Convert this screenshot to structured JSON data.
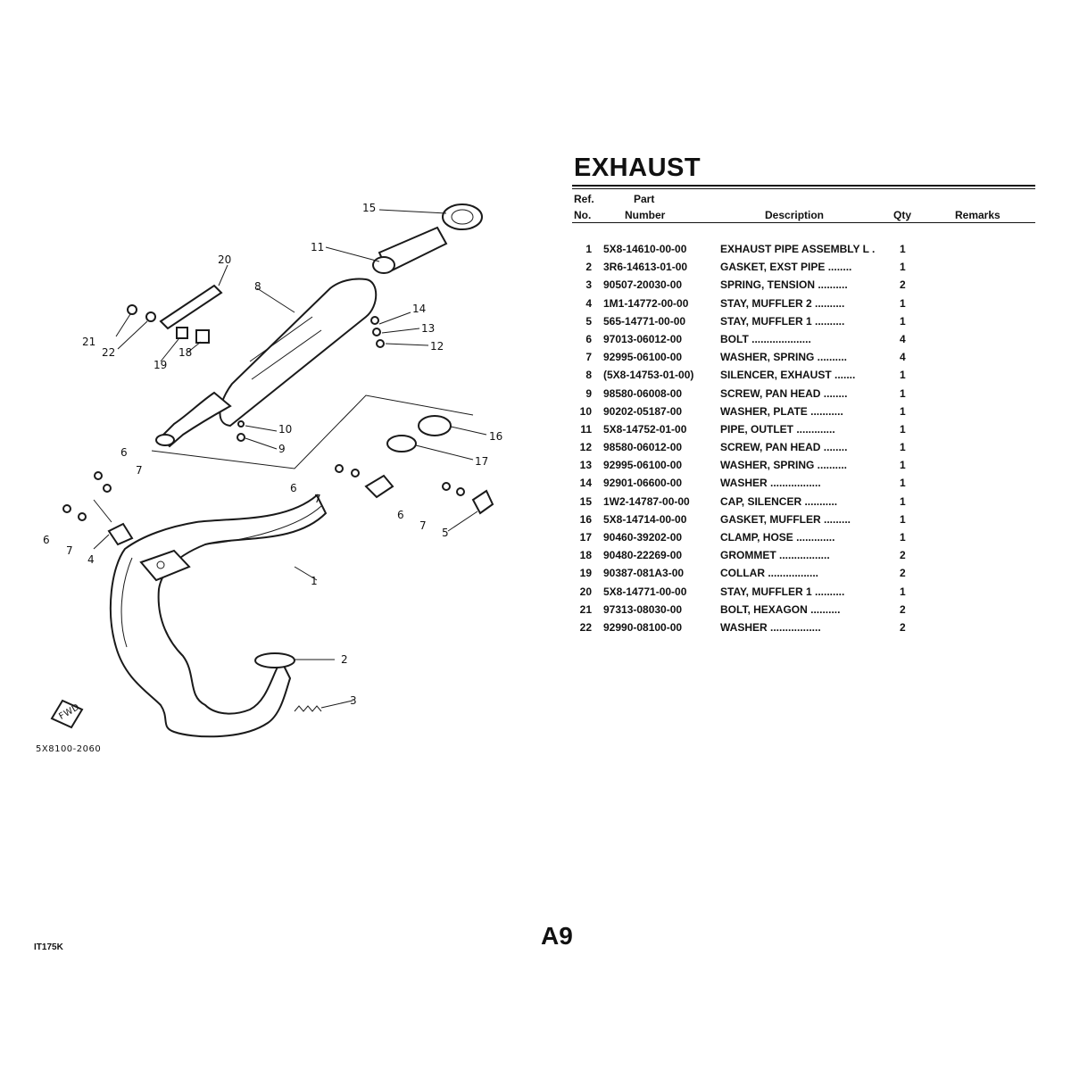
{
  "title": "EXHAUST",
  "headers": {
    "ref_line1": "Ref.",
    "ref_line2": "No.",
    "part_line1": "Part",
    "part_line2": "Number",
    "description": "Description",
    "qty": "Qty",
    "remarks": "Remarks"
  },
  "parts": [
    {
      "ref": "1",
      "number": "5X8-14610-00-00",
      "description": "EXHAUST PIPE ASSEMBLY L .",
      "qty": "1"
    },
    {
      "ref": "2",
      "number": "3R6-14613-01-00",
      "description": "GASKET, EXST PIPE ........",
      "qty": "1"
    },
    {
      "ref": "3",
      "number": "90507-20030-00",
      "description": "SPRING, TENSION ..........",
      "qty": "2"
    },
    {
      "ref": "4",
      "number": "1M1-14772-00-00",
      "description": "STAY, MUFFLER 2 ..........",
      "qty": "1"
    },
    {
      "ref": "5",
      "number": "565-14771-00-00",
      "description": "STAY, MUFFLER 1 ..........",
      "qty": "1"
    },
    {
      "ref": "6",
      "number": "97013-06012-00",
      "description": "BOLT ....................",
      "qty": "4"
    },
    {
      "ref": "7",
      "number": "92995-06100-00",
      "description": "WASHER, SPRING ..........",
      "qty": "4"
    },
    {
      "ref": "8",
      "number": "(5X8-14753-01-00)",
      "description": "SILENCER, EXHAUST .......",
      "qty": "1"
    },
    {
      "ref": "9",
      "number": "98580-06008-00",
      "description": "SCREW, PAN HEAD ........",
      "qty": "1"
    },
    {
      "ref": "10",
      "number": "90202-05187-00",
      "description": "WASHER, PLATE ...........",
      "qty": "1"
    },
    {
      "ref": "11",
      "number": "5X8-14752-01-00",
      "description": "PIPE, OUTLET .............",
      "qty": "1"
    },
    {
      "ref": "12",
      "number": "98580-06012-00",
      "description": "SCREW, PAN HEAD ........",
      "qty": "1"
    },
    {
      "ref": "13",
      "number": "92995-06100-00",
      "description": "WASHER, SPRING ..........",
      "qty": "1"
    },
    {
      "ref": "14",
      "number": "92901-06600-00",
      "description": "WASHER .................",
      "qty": "1"
    },
    {
      "ref": "15",
      "number": "1W2-14787-00-00",
      "description": "CAP, SILENCER ...........",
      "qty": "1"
    },
    {
      "ref": "16",
      "number": "5X8-14714-00-00",
      "description": "GASKET, MUFFLER .........",
      "qty": "1"
    },
    {
      "ref": "17",
      "number": "90460-39202-00",
      "description": "CLAMP, HOSE .............",
      "qty": "1"
    },
    {
      "ref": "18",
      "number": "90480-22269-00",
      "description": "GROMMET .................",
      "qty": "2"
    },
    {
      "ref": "19",
      "number": "90387-081A3-00",
      "description": "COLLAR .................",
      "qty": "2"
    },
    {
      "ref": "20",
      "number": "5X8-14771-00-00",
      "description": "STAY, MUFFLER 1 ..........",
      "qty": "1"
    },
    {
      "ref": "21",
      "number": "97313-08030-00",
      "description": "BOLT, HEXAGON ..........",
      "qty": "2"
    },
    {
      "ref": "22",
      "number": "92990-08100-00",
      "description": "WASHER .................",
      "qty": "2"
    }
  ],
  "diagram": {
    "code": "5X8100-2060",
    "fwd": "FWD",
    "callouts": [
      "1",
      "2",
      "3",
      "4",
      "5",
      "6",
      "7",
      "8",
      "9",
      "10",
      "11",
      "12",
      "13",
      "14",
      "15",
      "16",
      "17",
      "18",
      "19",
      "20",
      "21",
      "22",
      "6",
      "7",
      "6",
      "7",
      "6",
      "7"
    ]
  },
  "page_number": "A9",
  "model": "IT175K"
}
